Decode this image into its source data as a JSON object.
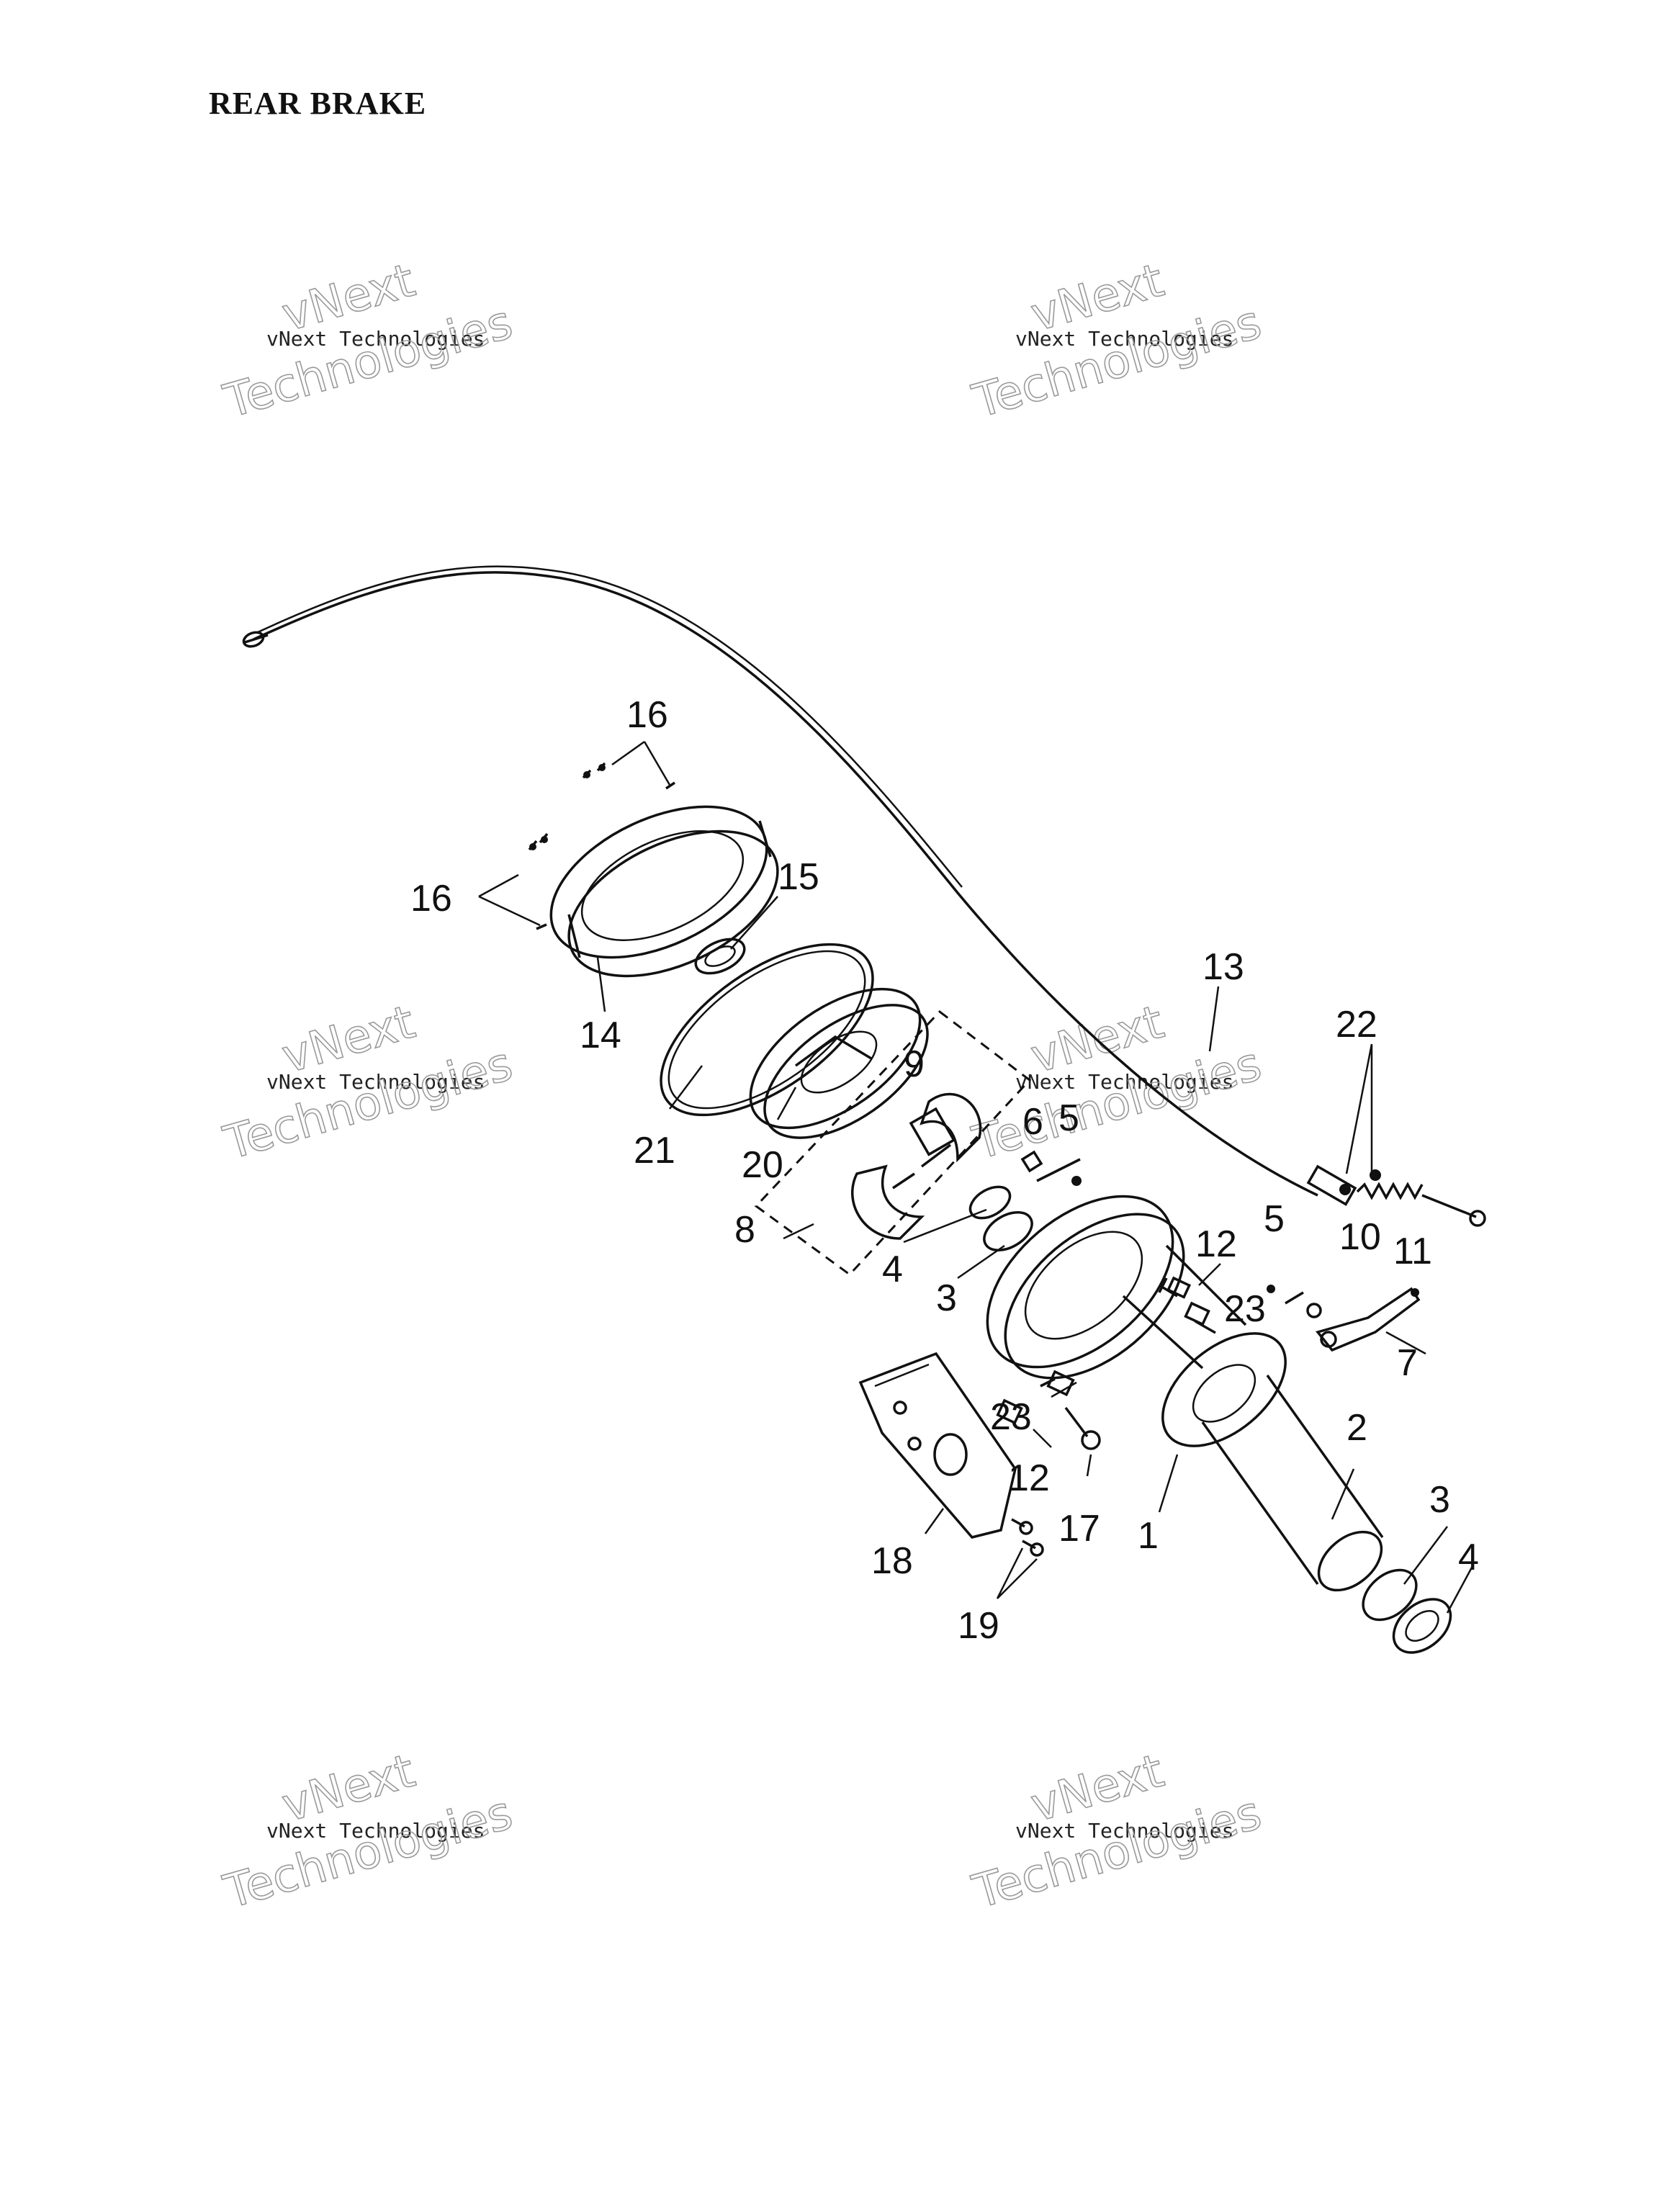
{
  "title": "REAR BRAKE",
  "watermarks": [
    {
      "line1": "vNext Technologies",
      "line2": "vNext",
      "line3": "Technologies"
    },
    {
      "line1": "vNext Technologies",
      "line2": "vNext",
      "line3": "Technologies"
    },
    {
      "line1": "vNext Technologies",
      "line2": "vNext",
      "line3": "Technologies"
    },
    {
      "line1": "vNext Technologies",
      "line2": "vNext",
      "line3": "Technologies"
    },
    {
      "line1": "vNext Technologies",
      "line2": "vNext",
      "line3": "Technologies"
    },
    {
      "line1": "vNext Technologies",
      "line2": "vNext",
      "line3": "Technologies"
    }
  ],
  "callouts": [
    "16",
    "16",
    "15",
    "14",
    "21",
    "20",
    "9",
    "8",
    "4",
    "3",
    "6",
    "5",
    "13",
    "22",
    "12",
    "5",
    "10",
    "11",
    "23",
    "7",
    "23",
    "12",
    "17",
    "1",
    "2",
    "3",
    "4",
    "18",
    "19"
  ]
}
